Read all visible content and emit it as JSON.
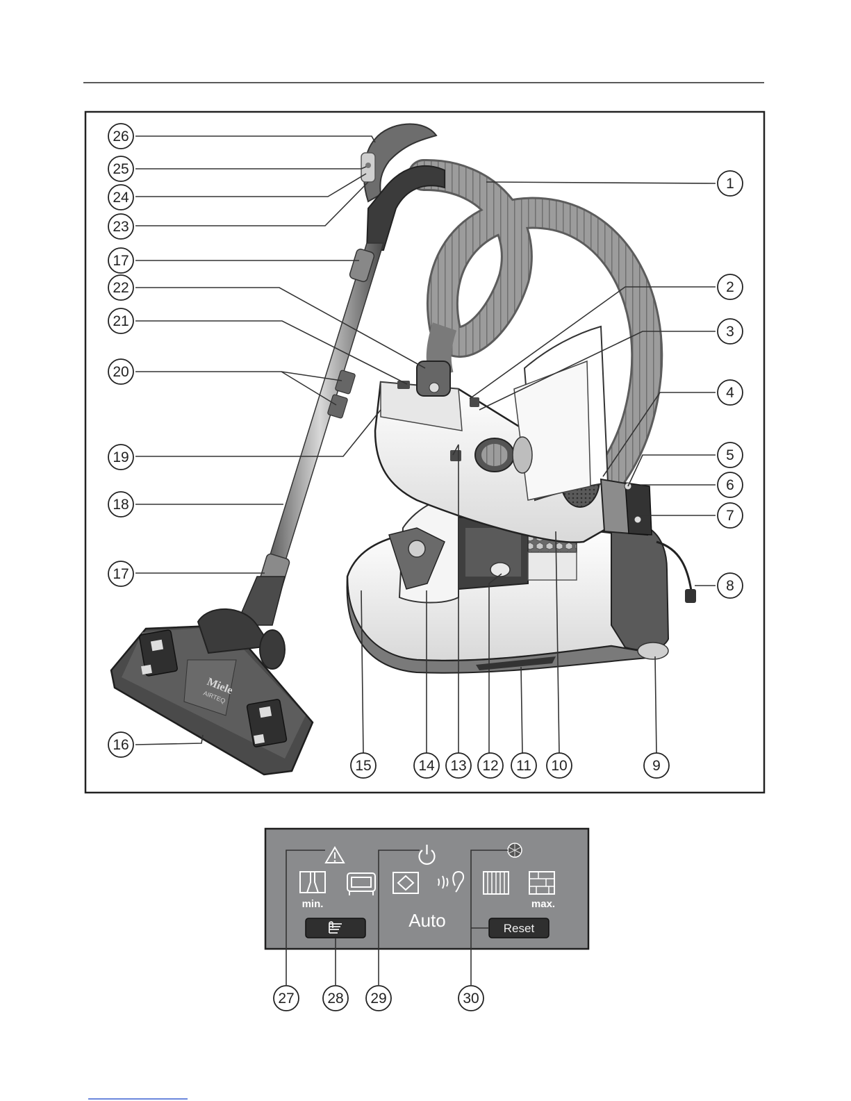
{
  "callouts": [
    {
      "id": "1",
      "label": "1"
    },
    {
      "id": "2",
      "label": "2"
    },
    {
      "id": "3",
      "label": "3"
    },
    {
      "id": "4",
      "label": "4"
    },
    {
      "id": "5",
      "label": "5"
    },
    {
      "id": "6",
      "label": "6"
    },
    {
      "id": "7",
      "label": "7"
    },
    {
      "id": "8",
      "label": "8"
    },
    {
      "id": "9",
      "label": "9"
    },
    {
      "id": "10",
      "label": "10"
    },
    {
      "id": "11",
      "label": "11"
    },
    {
      "id": "12",
      "label": "12"
    },
    {
      "id": "13",
      "label": "13"
    },
    {
      "id": "14",
      "label": "14"
    },
    {
      "id": "15",
      "label": "15"
    },
    {
      "id": "16",
      "label": "16"
    },
    {
      "id": "17a",
      "label": "17"
    },
    {
      "id": "17b",
      "label": "17"
    },
    {
      "id": "18",
      "label": "18"
    },
    {
      "id": "19",
      "label": "19"
    },
    {
      "id": "20",
      "label": "20"
    },
    {
      "id": "21",
      "label": "21"
    },
    {
      "id": "22",
      "label": "22"
    },
    {
      "id": "23",
      "label": "23"
    },
    {
      "id": "24",
      "label": "24"
    },
    {
      "id": "25",
      "label": "25"
    },
    {
      "id": "26",
      "label": "26"
    },
    {
      "id": "27",
      "label": "27"
    },
    {
      "id": "28",
      "label": "28"
    },
    {
      "id": "29",
      "label": "29"
    },
    {
      "id": "30",
      "label": "30"
    }
  ],
  "floorhead": {
    "brand": "Miele",
    "model": "AIRTEQ"
  },
  "panel": {
    "min_label": "min.",
    "max_label": "max.",
    "auto_label": "Auto",
    "reset_label": "Reset",
    "icons": [
      "warning-icon",
      "power-icon",
      "filter-icon",
      "curtains-icon",
      "upholstery-icon",
      "rug-icon",
      "quiet-mode-icon",
      "carpet-icon",
      "hard-floor-icon",
      "hand-icon"
    ]
  },
  "colors": {
    "frame": "#222222",
    "panel_bg": "#8a8b8d",
    "button_bg": "#2f2f2f",
    "body_gray": "#9a9a9a",
    "dark_gray": "#4a4a4a"
  }
}
